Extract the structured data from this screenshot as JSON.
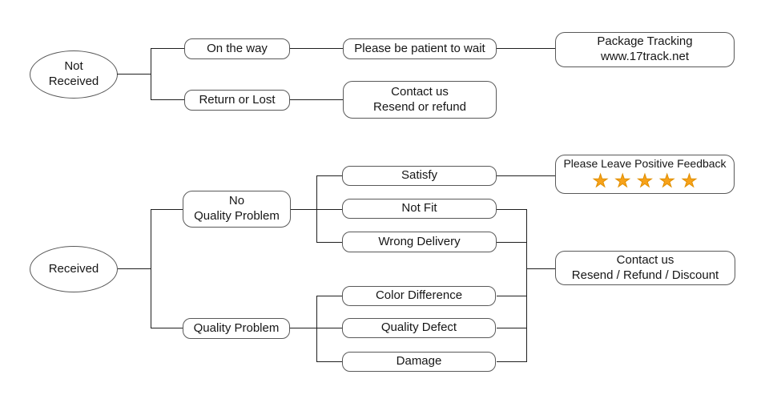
{
  "diagram": {
    "colors": {
      "star": "#F7A21A",
      "line": "#1f1f1f",
      "border": "#595959",
      "text": "#161616",
      "background": "#ffffff"
    },
    "top": {
      "root": {
        "line1": "Not",
        "line2": "Received"
      },
      "on_the_way": "On the way",
      "please_wait": "Please be patient to wait",
      "package_tracking": {
        "line1": "Package Tracking",
        "line2": "www.17track.net"
      },
      "return_or_lost": "Return or Lost",
      "contact": {
        "line1": "Contact us",
        "line2": "Resend or refund"
      }
    },
    "bottom": {
      "root": "Received",
      "no_quality_problem": {
        "line1": "No",
        "line2": "Quality Problem"
      },
      "quality_problem": "Quality Problem",
      "satisfy": "Satisfy",
      "not_fit": "Not Fit",
      "wrong_delivery": "Wrong Delivery",
      "color_difference": "Color Difference",
      "quality_defect": "Quality Defect",
      "damage": "Damage",
      "feedback": {
        "title": "Please Leave Positive Feedback",
        "stars": "★★★★★",
        "star_count": 5
      },
      "contact": {
        "line1": "Contact us",
        "line2": "Resend / Refund / Discount"
      }
    }
  }
}
